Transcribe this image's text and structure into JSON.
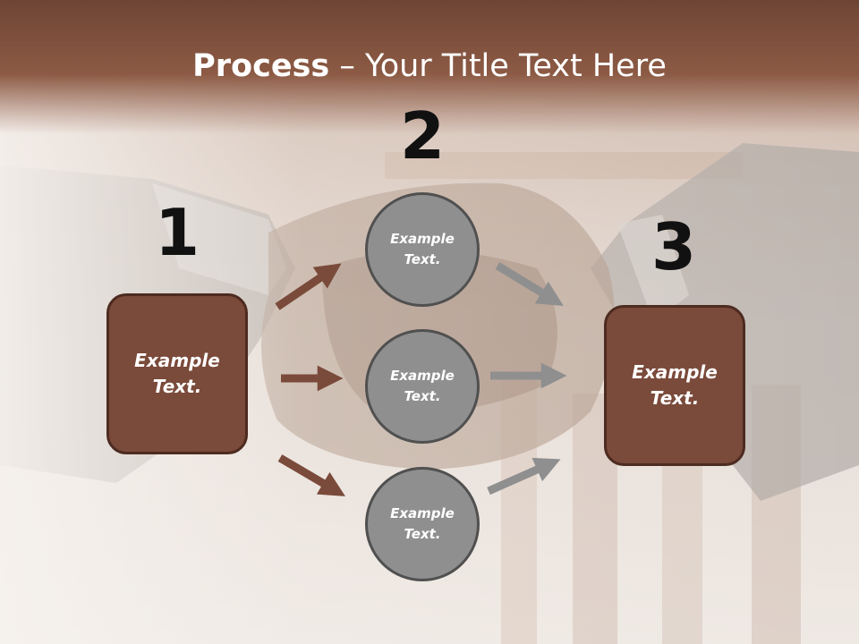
{
  "slide": {
    "title_bold": "Process",
    "title_rest": " – Your Title Text Here",
    "colors": {
      "title_band": "#8c5a44",
      "box_fill": "#7a4a3a",
      "box_border": "#4d2b20",
      "circle_fill": "#8f8f8f",
      "circle_border": "#505050",
      "brown_arrow": "#7a4a3a",
      "gray_arrow": "#8f8f8f"
    },
    "background_image": "handshake-photo",
    "steps": [
      {
        "number": "1",
        "label": "Example\nText."
      },
      {
        "number": "2",
        "label": ""
      },
      {
        "number": "3",
        "label": "Example\nText."
      }
    ],
    "circles": [
      {
        "label": "Example\nText."
      },
      {
        "label": "Example\nText."
      },
      {
        "label": "Example\nText."
      }
    ]
  }
}
